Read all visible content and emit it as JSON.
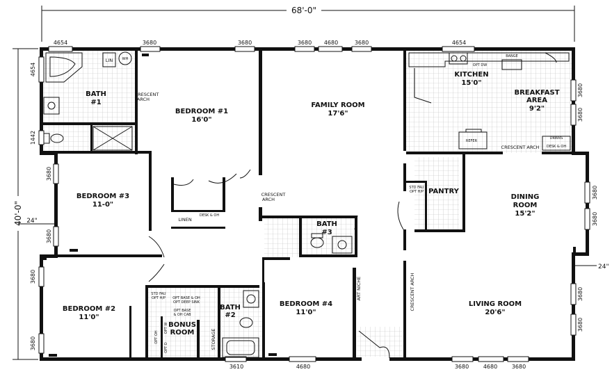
{
  "overall": {
    "width": "68'-0\"",
    "depth": "40'-0\""
  },
  "rooms": {
    "bath1_name": "BATH",
    "bath1_num": "#1",
    "bedroom1_name": "BEDROOM #1",
    "bedroom1_size": "16'0\"",
    "family_name": "FAMILY ROOM",
    "family_size": "17'6\"",
    "kitchen_name": "KITCHEN",
    "kitchen_size": "15'0\"",
    "breakfast_l1": "BREAKFAST",
    "breakfast_l2": "AREA",
    "breakfast_size": "9'2\"",
    "bedroom3_name": "BEDROOM #3",
    "bedroom3_size": "11-0\"",
    "pantry_name": "PANTRY",
    "dining_l1": "DINING",
    "dining_l2": "ROOM",
    "dining_size": "15'2\"",
    "bath3_name": "BATH",
    "bath3_num": "#3",
    "bedroom2_name": "BEDROOM #2",
    "bedroom2_size": "11'0\"",
    "bonus_l1": "BONUS",
    "bonus_l2": "ROOM",
    "bath2_name": "BATH",
    "bath2_num": "#2",
    "bedroom4_name": "BEDROOM #4",
    "bedroom4_size": "11'0\"",
    "living_name": "LIVING ROOM",
    "living_size": "20'6\""
  },
  "windows": {
    "top_1": "4654",
    "top_2": "3680",
    "top_3": "3680",
    "top_4": "3680",
    "top_5": "4680",
    "top_6": "3680",
    "top_7": "4654",
    "left_1": "4654",
    "left_2": "1442",
    "left_3": "3680",
    "left_4": "3680",
    "left_5": "3680",
    "left_6": "3680",
    "right_1": "3680",
    "right_2": "3680",
    "right_3": "3680",
    "right_4": "3680",
    "right_5": "3680",
    "right_6": "3680",
    "bottom_1": "3610",
    "bottom_2": "4680",
    "bottom_3": "3680",
    "bottom_4": "4680",
    "bottom_5": "3680"
  },
  "offsets": {
    "left": "24\"",
    "right": "24\""
  },
  "labels": {
    "lin": "LIN",
    "wh": "WH",
    "crescent_arch_1a": "CRESCENT",
    "crescent_arch_1b": "ARCH",
    "crescent_arch_2a": "CRESCENT",
    "crescent_arch_2b": "ARCH",
    "crescent_arch_3": "CRESCENT ARCH",
    "crescent_arch_4": "CRESCENT ARCH",
    "art_niche": "ART NICHE",
    "linen": "LINEN",
    "desk_oh_1": "DESK & OH",
    "range": "RANGE",
    "opt_dw": "OPT DW",
    "refer": "REFER",
    "desk_oh_2": "DESK & OH",
    "drawers": "DRWRS",
    "std_fau_1a": "STD FAU",
    "std_fau_1b": "OPT H/P",
    "std_fau_2a": "STD FAU",
    "std_fau_2b": "OPT H/P",
    "opt_base_1a": "OPT BASE & OH",
    "opt_base_1b": "OPT DEEP SINK",
    "opt_base_2a": "OPT BASE",
    "opt_base_2b": "& OH CAB",
    "opt_oh": "OPT OH",
    "opt_w": "OPT W",
    "opt_d": "OPT D",
    "storage": "STORAGE"
  }
}
